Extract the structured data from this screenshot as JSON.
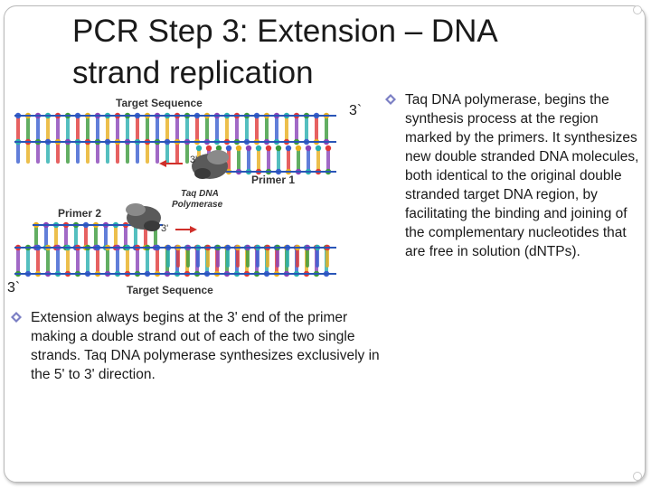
{
  "slide": {
    "title_line1": "PCR Step 3: Extension – DNA",
    "title_line2": "strand replication"
  },
  "figure": {
    "target_sequence_top": "Target Sequence",
    "target_sequence_bottom": "Target Sequence",
    "primer1": "Primer 1",
    "primer2": "Primer 2",
    "polymerase_line1": "Taq DNA",
    "polymerase_line2": "Polymerase",
    "three_prime_a": "3'",
    "three_prime_b": "3'",
    "three_prime_right": "3`",
    "three_prime_left": "3`"
  },
  "bullets": {
    "right": "Taq DNA polymerase, begins the synthesis process at the region marked by the primers. It synthesizes new double stranded DNA molecules, both identical to the original double stranded target DNA region, by facilitating the binding and joining of the complementary nucleotides that are free in solution (dNTPs).",
    "left": "Extension always begins at the 3' end of the primer making a double strand out of each of the two single strands. Taq DNA polymerase synthesizes exclusively in the 5' to 3' direction."
  },
  "colors": {
    "bullet": "#7b7fc4",
    "strand": "#2a56b8",
    "arrow": "#d0302a",
    "bead_palette": [
      "#e03a3a",
      "#3c9b3c",
      "#3a5fd0",
      "#e8b020",
      "#8a44b8",
      "#2ab0b0"
    ]
  }
}
